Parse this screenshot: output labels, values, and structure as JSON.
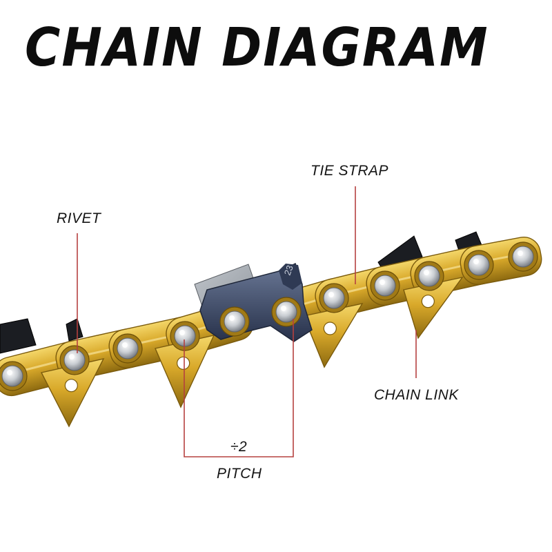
{
  "title": "CHAIN DIAGRAM",
  "labels": {
    "tie_strap": "TIE STRAP",
    "rivet": "RIVET",
    "chain_link": "CHAIN LINK",
    "pitch_divisor": "÷2",
    "pitch": "PITCH"
  },
  "cutter_mark": "23",
  "colors": {
    "gold": "#d9a92a",
    "gold_dark": "#9a7412",
    "cutter_blue": "#3d4a64",
    "chrome": "#d6d9dd",
    "leader_line": "#b5403f",
    "text": "#141414"
  }
}
